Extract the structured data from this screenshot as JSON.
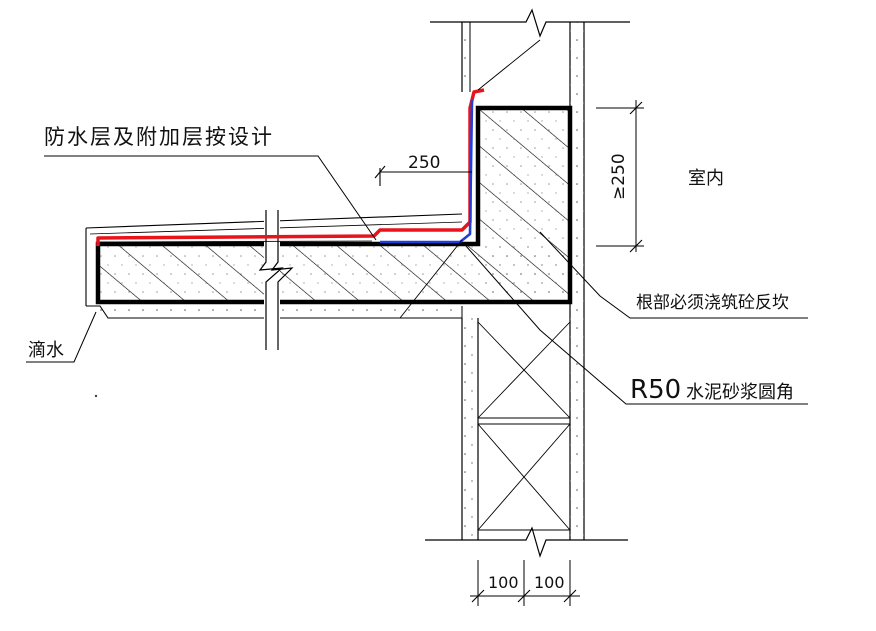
{
  "diagram": {
    "labels": {
      "waterproof_note": "防水层及附加层按设计",
      "dim_250_horizontal": "250",
      "dim_250_vertical": "≥250",
      "indoor": "室内",
      "root_note": "根部必须浇筑砼反坎",
      "r50_prefix": "R50",
      "r50_suffix": "水泥砂浆圆角",
      "drip": "滴水",
      "dim_100_left": "100",
      "dim_100_right": "100"
    },
    "colors": {
      "waterproof_layer": "#e8141c",
      "additional_layer": "#1f3fd8",
      "outline": "#000000",
      "concrete_outline": "#000000"
    }
  }
}
